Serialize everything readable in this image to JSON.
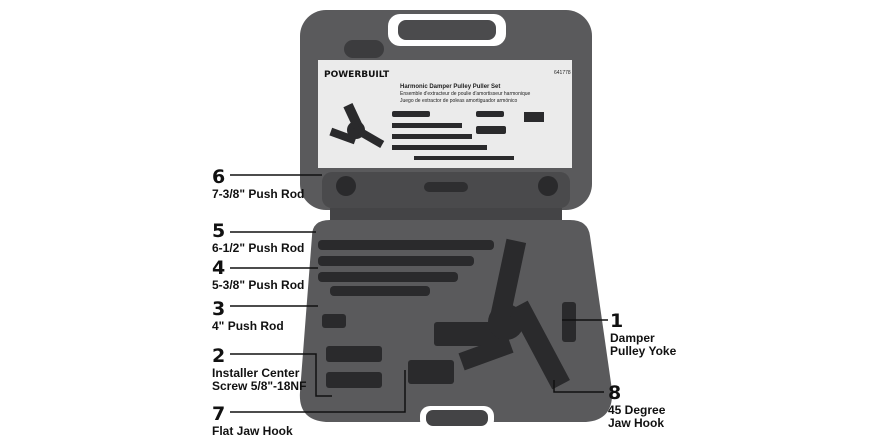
{
  "card": {
    "brand": "POWERBUILT",
    "title_en": "Harmonic Damper Pulley Puller Set",
    "title_fr": "Ensemble d'extracteur de poulie d'amortisseur harmonique",
    "title_es": "Juego de extractor de poleas amortiguador armónico",
    "part_no": "641778"
  },
  "callouts": [
    {
      "number": "6",
      "label": "7-3/8\" Push Rod"
    },
    {
      "number": "5",
      "label": "6-1/2\" Push Rod"
    },
    {
      "number": "4",
      "label": "5-3/8\" Push Rod"
    },
    {
      "number": "3",
      "label": "4\" Push Rod"
    },
    {
      "number": "2",
      "label": "Installer Center",
      "label2": "Screw 5/8\"-18NF"
    },
    {
      "number": "7",
      "label": "Flat Jaw Hook"
    },
    {
      "number": "1",
      "label": "Damper",
      "label2": "Pulley Yoke"
    },
    {
      "number": "8",
      "label": "45 Degree",
      "label2": "Jaw Hook"
    }
  ],
  "colors": {
    "case": "#5a5a5c",
    "case_dark": "#3c3c3e",
    "tool": "#2a2a2c",
    "card": "#ebebeb"
  }
}
